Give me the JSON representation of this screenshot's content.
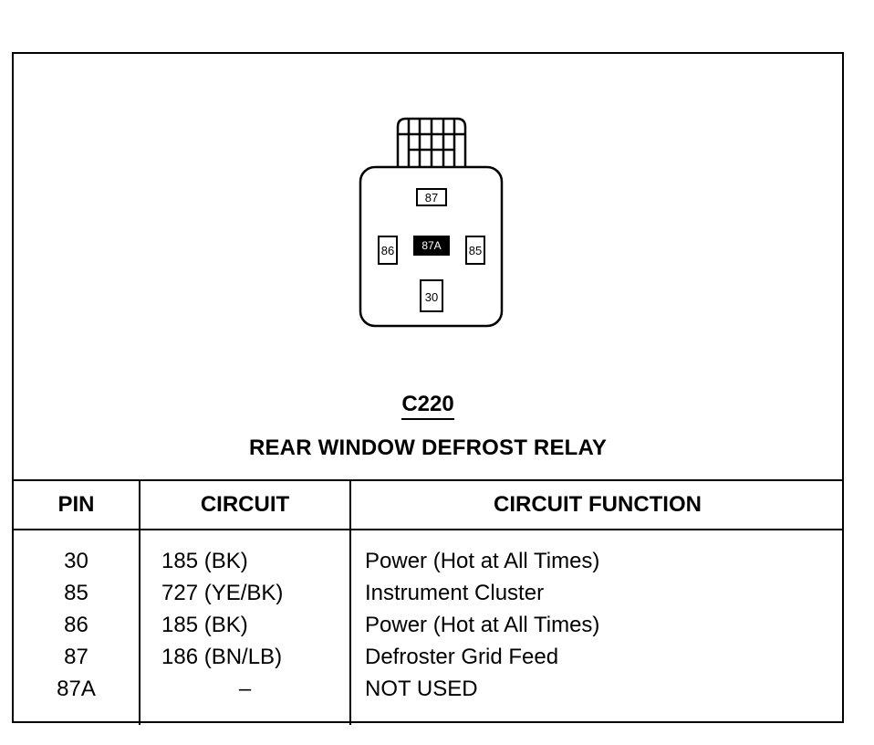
{
  "connector": {
    "id": "C220",
    "title": "REAR WINDOW DEFROST RELAY",
    "cavities": [
      "87",
      "86",
      "87A",
      "85",
      "30"
    ]
  },
  "table": {
    "headers": [
      "PIN",
      "CIRCUIT",
      "CIRCUIT FUNCTION"
    ],
    "rows": [
      {
        "pin": "30",
        "circuit": "185 (BK)",
        "function": "Power (Hot at All Times)"
      },
      {
        "pin": "85",
        "circuit": "727 (YE/BK)",
        "function": "Instrument Cluster"
      },
      {
        "pin": "86",
        "circuit": "185 (BK)",
        "function": "Power (Hot at All Times)"
      },
      {
        "pin": "87",
        "circuit": "186 (BN/LB)",
        "function": "Defroster Grid Feed"
      },
      {
        "pin": "87A",
        "circuit": "–",
        "function": "NOT USED"
      }
    ]
  }
}
